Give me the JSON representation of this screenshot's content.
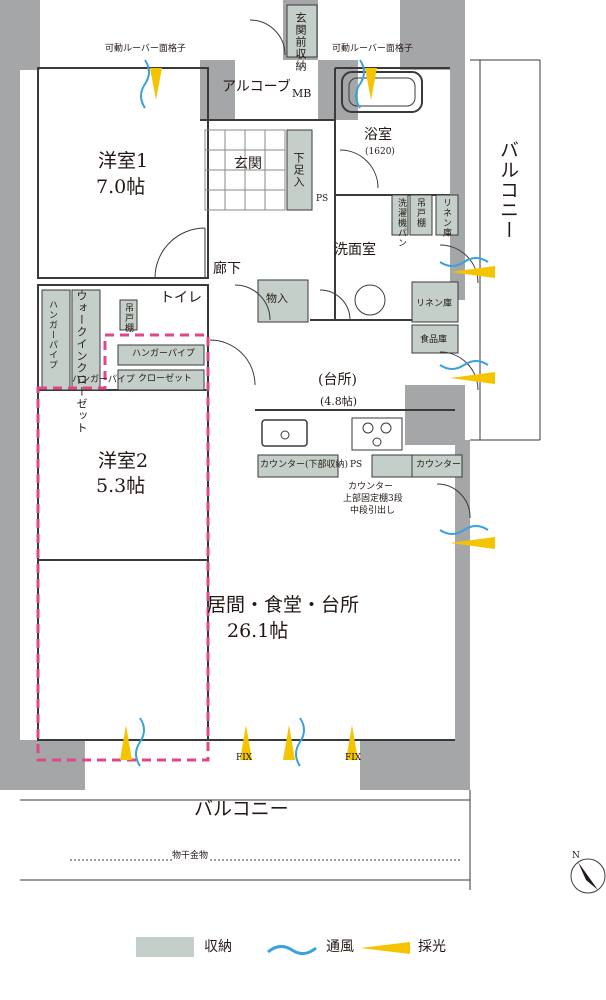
{
  "rooms": {
    "western1_name": "洋室1",
    "western1_size": "7.0帖",
    "western2_name": "洋室2",
    "western2_size": "5.3帖",
    "living_name": "居間・食堂・台所",
    "living_size": "26.1帖",
    "kitchen_name": "(台所)",
    "kitchen_size": "(4.8帖)",
    "bath_name": "浴室",
    "bath_size": "(1620)",
    "wash_name": "洗面室",
    "entrance": "玄関",
    "hall": "廊下",
    "toilet": "トイレ",
    "alcove": "アルコーブ",
    "mb": "MB",
    "ps": "PS",
    "balcony_south": "バルコニー",
    "balcony_east": "バルコニー"
  },
  "storage": {
    "entrance_storage": "玄関前収納",
    "shoe_box": "下足入",
    "walk_in": "ウォークインクローゼット",
    "hanger_pipe_v": "ハンガーパイプ",
    "hanger_pipe_small": "ハンガーパイプ",
    "hanger_pipe": "ハンガーパイプ",
    "closet": "クローゼット",
    "hanging_cabinet": "吊戸棚",
    "washer_pan": "洗濯機パン",
    "cupboard": "吊戸棚",
    "linen_v": "リネン庫",
    "linen": "リネン庫",
    "mono_ire": "物入",
    "pantry": "食品庫",
    "counter_lower": "カウンター(下部収納)",
    "counter": "カウンター",
    "counter_note_l1": "カウンター",
    "counter_note_l2": "上部固定棚3段",
    "counter_note_l3": "中段引出し"
  },
  "notes": {
    "louver_left": "可動ルーバー面格子",
    "louver_right": "可動ルーバー面格子",
    "fix1": "FIX",
    "fix2": "FIX",
    "drying": "物干金物",
    "north": "N"
  },
  "legend": {
    "storage": "収納",
    "ventilation": "通風",
    "daylight": "採光"
  },
  "colors": {
    "wall": "#a5a6a7",
    "storage_fill": "#c5cfc9",
    "line": "#3a3a3a",
    "highlight": "#e0468a",
    "wind": "#39a2db",
    "light": "#f5c400"
  }
}
